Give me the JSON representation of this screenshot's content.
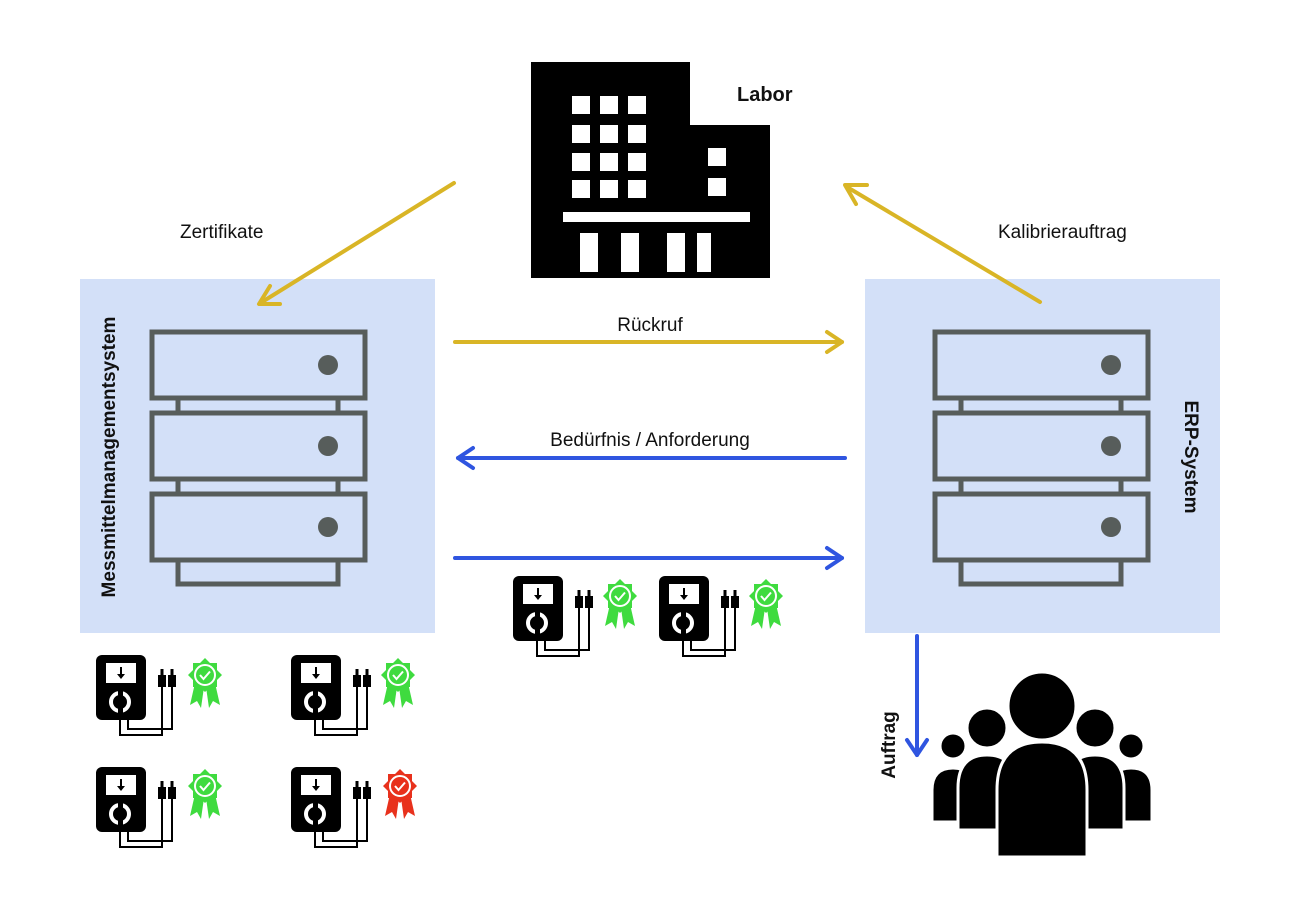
{
  "labels": {
    "labor": "Labor",
    "zertifikate": "Zertifikate",
    "kalibrierauftrag": "Kalibrierauftrag",
    "rueckruf": "Rückruf",
    "beduerfnis": "Bedürfnis / Anforderung",
    "mms": "Messmittelmanagementsystem",
    "erp": "ERP-System",
    "auftrag": "Auftrag"
  },
  "colors": {
    "panel": "#d3e0f8",
    "gold_arrow": "#d9b526",
    "blue_arrow": "#2f55e0",
    "server": "#575d5b",
    "badge_ok": "#3fdb3f",
    "badge_fail": "#e8311c",
    "icon": "#000000"
  },
  "icons": {
    "building": "building-icon",
    "server": "server-rack-icon",
    "meter": "multimeter-icon",
    "badge": "certificate-badge-icon",
    "people": "people-group-icon"
  },
  "devices": {
    "mms_badges": [
      "ok",
      "ok",
      "ok",
      "fail"
    ],
    "transfer_badges": [
      "ok",
      "ok"
    ]
  }
}
